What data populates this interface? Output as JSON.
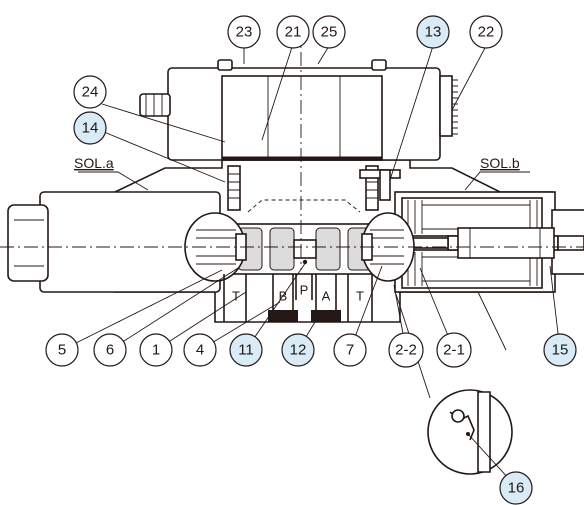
{
  "diagram": {
    "sol_a": "SOL.a",
    "sol_b": "SOL.b",
    "ports": {
      "t_left": "T",
      "b": "B",
      "p": "P",
      "a": "A",
      "t_right": "T"
    },
    "callouts": {
      "c23": "23",
      "c21": "21",
      "c25": "25",
      "c13": "13",
      "c22": "22",
      "c24": "24",
      "c14": "14",
      "c5": "5",
      "c6": "6",
      "c1": "1",
      "c4": "4",
      "c11": "11",
      "c12": "12",
      "c7": "7",
      "c2_2": "2-2",
      "c2_1": "2-1",
      "c15": "15",
      "c16": "16"
    },
    "highlight_color": "#d9ebf7",
    "line_color": "#231815"
  }
}
